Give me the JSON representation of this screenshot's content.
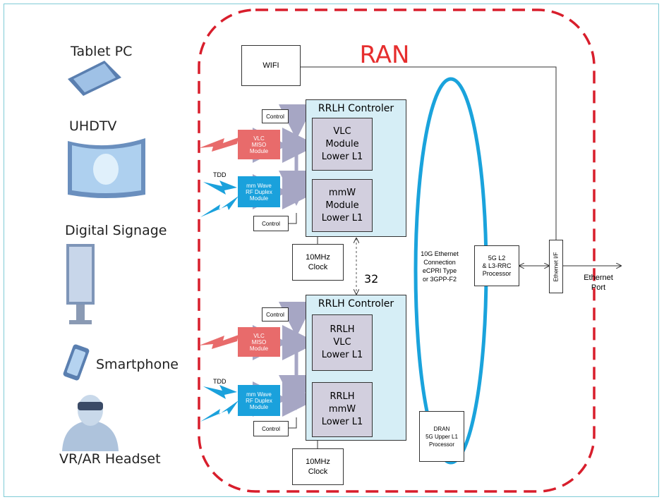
{
  "title": "RAN",
  "colors": {
    "ran_border": "#d81e2c",
    "ring": "#1aa3dc",
    "vlc": "#e86b6b",
    "mmwave": "#1aa1dc",
    "controller_bg": "#d6eef6",
    "module_bg": "#d2cfde"
  },
  "devices": [
    {
      "label": "Tablet PC",
      "icon": "tablet-icon"
    },
    {
      "label": "UHDTV",
      "icon": "tv-icon"
    },
    {
      "label": "Digital Signage",
      "icon": "signage-icon"
    },
    {
      "label": "Smartphone",
      "icon": "smartphone-icon"
    },
    {
      "label": "VR/AR Headset",
      "icon": "headset-icon"
    }
  ],
  "wifi": "WIFI",
  "controllers": [
    {
      "title": "RRLH Controler",
      "module_top": "VLC\nModule\nLower L1",
      "module_bottom": "mmW\nModule\nLower L1",
      "clock": "10MHz\nClock",
      "control_top": "Control",
      "control_bottom": "Control",
      "vlc": "VLC\nMISO\nModule",
      "mmwave": "mm Wave\nRF Duplex\nModule",
      "tdd": "TDD"
    },
    {
      "title": "RRLH Controler",
      "module_top": "RRLH\nVLC\nLower L1",
      "module_bottom": "RRLH\nmmW\nLower L1",
      "clock": "10MHz\nClock",
      "control_top": "Control",
      "control_bottom": "Control",
      "vlc": "VLC\nMISO\nModule",
      "mmwave": "mm Wave\nRF Duplex\nModule",
      "tdd": "TDD"
    }
  ],
  "count_label": "32",
  "ethernet_connection": "10G Ethernet\nConnection\neCPRI Type\nor 3GPP-F2",
  "l2_processor": "5G L2\n& L3-RRC\nProcessor",
  "dran": "DRAN\n5G Upper L1\nProcessor",
  "ethernet_if": "Ethernet I/F",
  "ethernet_port": "Ethernet\nPort"
}
